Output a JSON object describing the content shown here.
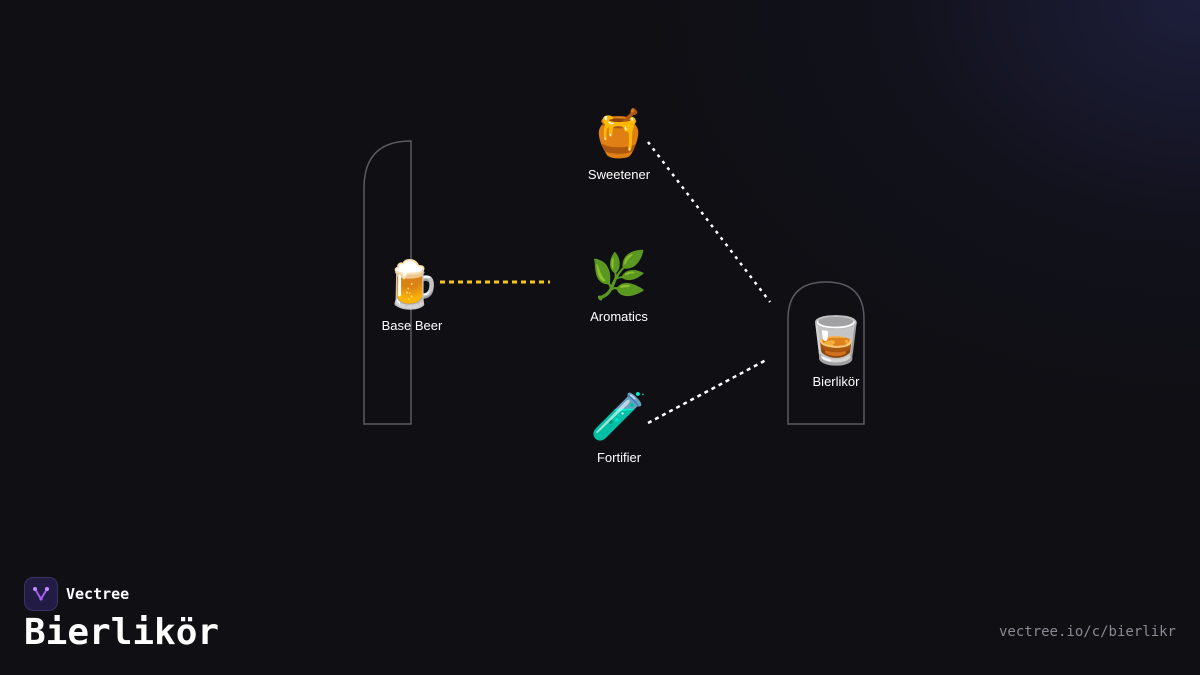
{
  "diagram": {
    "nodes": [
      {
        "id": "base-beer",
        "label": "Base Beer",
        "icon": "beer-mug-icon",
        "glyph": "🍺"
      },
      {
        "id": "sweetener",
        "label": "Sweetener",
        "icon": "honey-pot-icon",
        "glyph": "🍯"
      },
      {
        "id": "aromatics",
        "label": "Aromatics",
        "icon": "herb-icon",
        "glyph": "🌿"
      },
      {
        "id": "fortifier",
        "label": "Fortifier",
        "icon": "test-tube-icon",
        "glyph": "🧪"
      },
      {
        "id": "bierlikor",
        "label": "Bierlikör",
        "icon": "tumbler-glass-icon",
        "glyph": "🥃"
      }
    ],
    "edges": [
      {
        "from": "base-beer",
        "to": "aromatics",
        "color": "#f5c518",
        "style": "dashed"
      },
      {
        "from": "sweetener",
        "to": "bierlikor",
        "color": "#ffffff",
        "style": "dotted"
      },
      {
        "from": "fortifier",
        "to": "bierlikor",
        "color": "#ffffff",
        "style": "dotted"
      }
    ]
  },
  "brand": {
    "name": "Vectree",
    "icon": "vectree-logo-icon",
    "accent": "#a45df0"
  },
  "page": {
    "title": "Bierlikör",
    "url": "vectree.io/c/bierlikr"
  },
  "colors": {
    "background": "#0f0f14",
    "outline": "#5a5a62",
    "muted_text": "#8a8a94"
  }
}
